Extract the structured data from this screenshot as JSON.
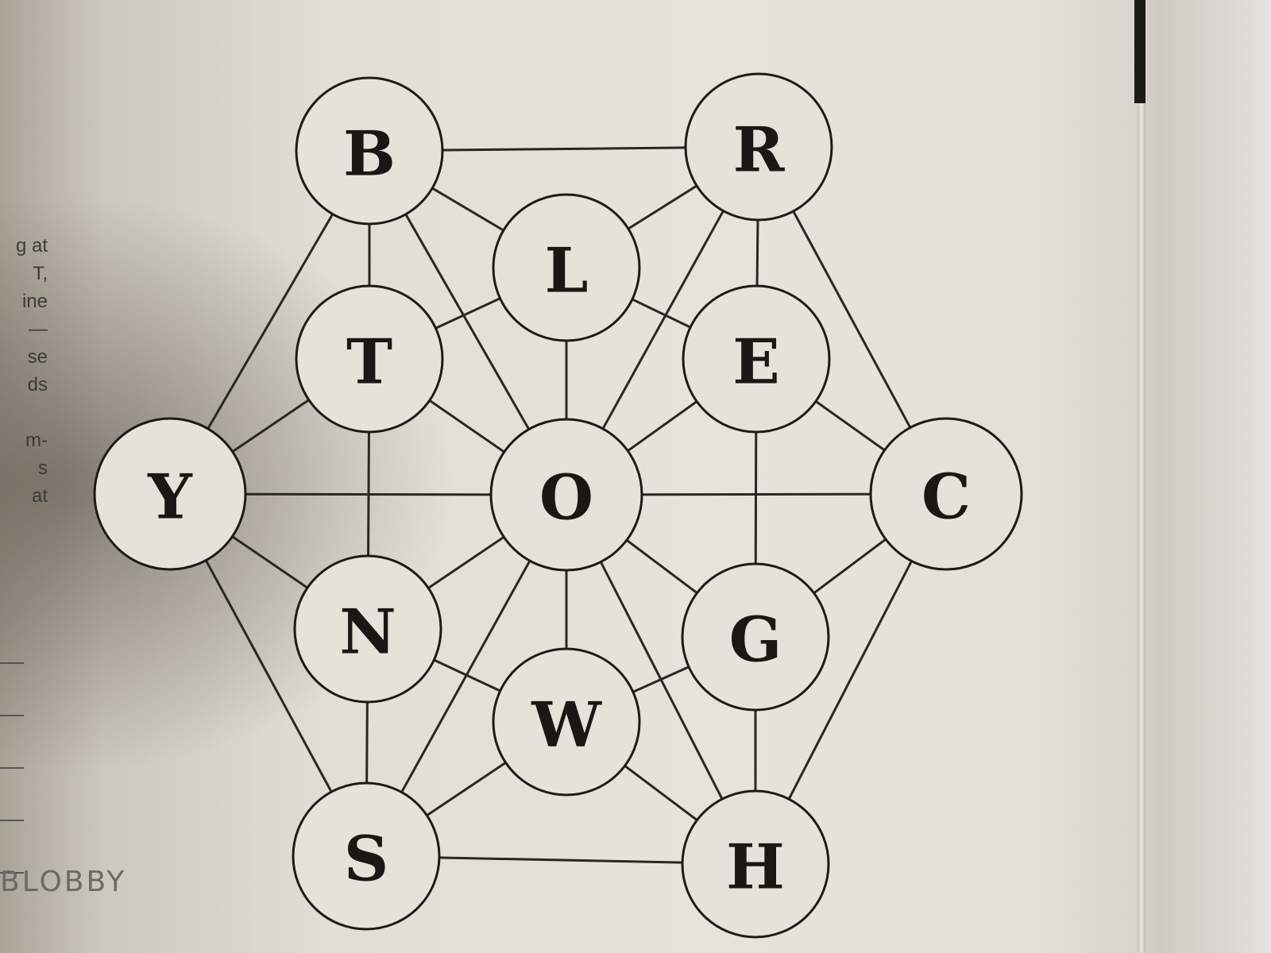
{
  "puzzle": {
    "nodes": [
      {
        "id": "B",
        "letter": "B"
      },
      {
        "id": "R",
        "letter": "R"
      },
      {
        "id": "L",
        "letter": "L"
      },
      {
        "id": "T",
        "letter": "T"
      },
      {
        "id": "E",
        "letter": "E"
      },
      {
        "id": "Y",
        "letter": "Y"
      },
      {
        "id": "O",
        "letter": "O"
      },
      {
        "id": "C",
        "letter": "C"
      },
      {
        "id": "N",
        "letter": "N"
      },
      {
        "id": "G",
        "letter": "G"
      },
      {
        "id": "W",
        "letter": "W"
      },
      {
        "id": "S",
        "letter": "S"
      },
      {
        "id": "H",
        "letter": "H"
      }
    ],
    "edges": [
      [
        "B",
        "R"
      ],
      [
        "B",
        "L"
      ],
      [
        "B",
        "T"
      ],
      [
        "B",
        "O"
      ],
      [
        "B",
        "Y"
      ],
      [
        "R",
        "L"
      ],
      [
        "R",
        "E"
      ],
      [
        "R",
        "O"
      ],
      [
        "R",
        "C"
      ],
      [
        "L",
        "T"
      ],
      [
        "L",
        "E"
      ],
      [
        "L",
        "O"
      ],
      [
        "T",
        "Y"
      ],
      [
        "T",
        "O"
      ],
      [
        "T",
        "N"
      ],
      [
        "E",
        "O"
      ],
      [
        "E",
        "C"
      ],
      [
        "E",
        "G"
      ],
      [
        "Y",
        "O"
      ],
      [
        "Y",
        "N"
      ],
      [
        "Y",
        "S"
      ],
      [
        "O",
        "C"
      ],
      [
        "O",
        "N"
      ],
      [
        "O",
        "G"
      ],
      [
        "O",
        "W"
      ],
      [
        "O",
        "S"
      ],
      [
        "O",
        "H"
      ],
      [
        "C",
        "G"
      ],
      [
        "C",
        "H"
      ],
      [
        "N",
        "W"
      ],
      [
        "N",
        "S"
      ],
      [
        "G",
        "W"
      ],
      [
        "G",
        "H"
      ],
      [
        "W",
        "S"
      ],
      [
        "W",
        "H"
      ],
      [
        "S",
        "H"
      ]
    ]
  },
  "margin_text": [
    "g at",
    "T,",
    "ine",
    "—",
    "se",
    "ds",
    "",
    "m-",
    "s",
    "at"
  ],
  "answer_lines_count": 5,
  "handwritten_note": "BLOBBY"
}
